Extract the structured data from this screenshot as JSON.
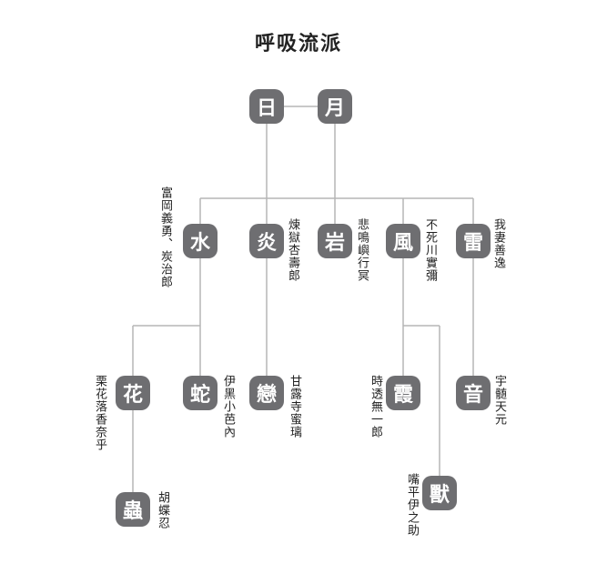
{
  "title": "呼吸流派",
  "colors": {
    "node_bg": "#6e6e71",
    "line": "#b5b5b5",
    "text": "#222222"
  },
  "nodes": {
    "sun": {
      "char": "日"
    },
    "moon": {
      "char": "月"
    },
    "water": {
      "char": "水",
      "person": "富岡義勇、炭治郎"
    },
    "flame": {
      "char": "炎",
      "person": "煉獄杏壽郎"
    },
    "stone": {
      "char": "岩",
      "person": "悲鳴嶼行冥"
    },
    "wind": {
      "char": "風",
      "person": "不死川實彌"
    },
    "thunder": {
      "char": "雷",
      "person": "我妻善逸"
    },
    "flower": {
      "char": "花",
      "person": "栗花落香奈乎"
    },
    "serpent": {
      "char": "蛇",
      "person": "伊黑小芭內"
    },
    "love": {
      "char": "戀",
      "person": "甘露寺蜜璃"
    },
    "mist": {
      "char": "霞",
      "person": "時透無一郎"
    },
    "sound": {
      "char": "音",
      "person": "宇髄天元"
    },
    "insect": {
      "char": "蟲",
      "person": "胡蝶忍"
    },
    "beast": {
      "char": "獸",
      "person": "嘴平伊之助"
    }
  },
  "edges": [
    [
      "日",
      "月"
    ],
    [
      "日",
      "水"
    ],
    [
      "日",
      "炎"
    ],
    [
      "日",
      "岩"
    ],
    [
      "日",
      "風"
    ],
    [
      "日",
      "雷"
    ],
    [
      "月",
      "岩"
    ],
    [
      "水",
      "花"
    ],
    [
      "水",
      "蛇"
    ],
    [
      "炎",
      "戀"
    ],
    [
      "風",
      "霞"
    ],
    [
      "風",
      "獸"
    ],
    [
      "雷",
      "音"
    ],
    [
      "花",
      "蟲"
    ]
  ]
}
